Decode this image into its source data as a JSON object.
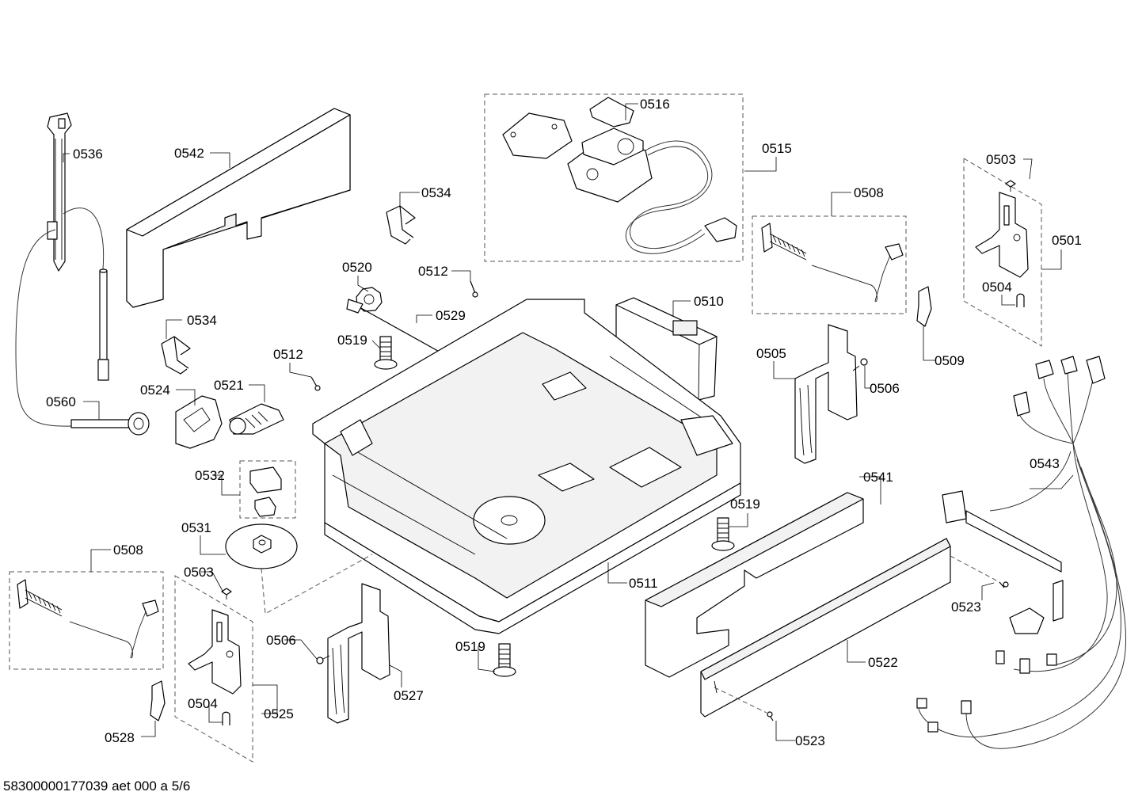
{
  "footer_text": "58300000177039 aet 000 a 5/6",
  "labels": {
    "l0536": "0536",
    "l0542": "0542",
    "l0534a": "0534",
    "l0516": "0516",
    "l0515": "0515",
    "l0503a": "0503",
    "l0508a": "0508",
    "l0501": "0501",
    "l0504a": "0504",
    "l0520": "0520",
    "l0512a": "0512",
    "l0529": "0529",
    "l0510": "0510",
    "l0534b": "0534",
    "l0519a": "0519",
    "l0512b": "0512",
    "l0505": "0505",
    "l0506a": "0506",
    "l0509": "0509",
    "l0560": "0560",
    "l0524": "0524",
    "l0521": "0521",
    "l0543": "0543",
    "l0532": "0532",
    "l0541": "0541",
    "l0519b": "0519",
    "l0531": "0531",
    "l0508b": "0508",
    "l0503b": "0503",
    "l0511": "0511",
    "l0523a": "0523",
    "l0506b": "0506",
    "l0519c": "0519",
    "l0522": "0522",
    "l0527": "0527",
    "l0525": "0525",
    "l0504b": "0504",
    "l0528": "0528",
    "l0523b": "0523"
  }
}
